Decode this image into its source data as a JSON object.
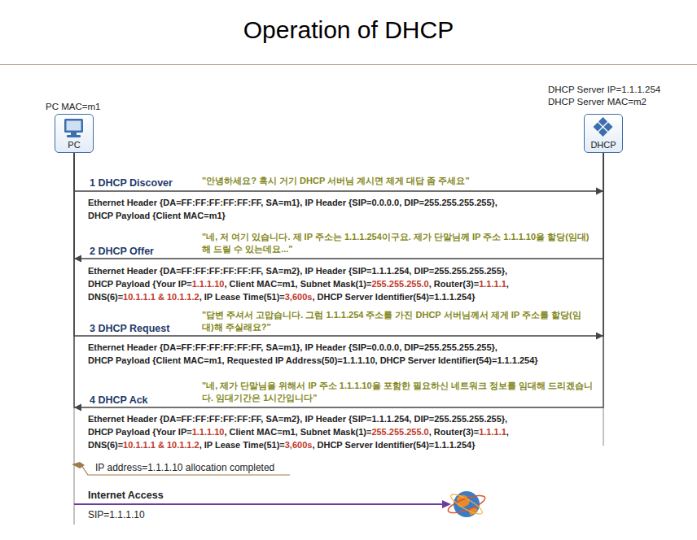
{
  "diagram": {
    "title": "Operation of DHCP",
    "nodes": [
      {
        "text": [
          "PC MAC=m1",
          "PC"
        ]
      },
      {
        "text": [
          "DHCP Server IP=1.1.1.254",
          "DHCP Server MAC=m2",
          "DHCP"
        ]
      }
    ],
    "edges": [
      {
        "from": 0,
        "to": 1,
        "arrow": "to",
        "label": "1 DHCP Discover"
      },
      {
        "from": 1,
        "to": 0,
        "arrow": "to",
        "label": "2 DHCP Offer"
      },
      {
        "from": 0,
        "to": 1,
        "arrow": "to",
        "label": "3 DHCP Request"
      },
      {
        "from": 1,
        "to": 0,
        "arrow": "to",
        "label": "4 DHCP Ack"
      }
    ],
    "labels": [
      "\"안녕하세요? 혹시 거기 DHCP 서버님 계시면 제게 대답 좀 주세요\"",
      "Ethernet Header {DA=FF:FF:FF:FF:FF:FF, SA=m1}, IP Header {SIP=0.0.0.0, DIP=255.255.255.255},",
      "DHCP Payload {Client MAC=m1}",
      "\"네, 저 여기 있습니다. 제 IP 주소는 1.1.1.254이구요. 제가 단말님께 IP 주소 1.1.1.10을 할당(임대)해 드릴 수 있는데요...\"",
      "Ethernet Header {DA=FF:FF:FF:FF:FF:FF, SA=m2}, IP Header {SIP=1.1.1.254, DIP=255.255.255.255},",
      "DHCP Payload {Your IP=",
      "1.1.1.10",
      ", Client MAC=m1, Subnet Mask(1)=",
      "255.255.255.0",
      ", Router(3)=",
      "1.1.1.1",
      ",",
      "DNS(6)=",
      "10.1.1.1 & 10.1.1.2",
      ", IP Lease Time(51)=",
      "3,600s",
      ", DHCP Server Identifier(54)=1.1.1.254}",
      "\"답변 주셔서 고맙습니다. 그럼 1.1.1.254 주소를 가진 DHCP 서버님께서 제게 IP 주소를 할당(임대)해 주실래요?\"",
      "Ethernet Header {DA=FF:FF:FF:FF:FF:FF, SA=m1}, IP Header {SIP=0.0.0.0, DIP=255.255.255.255},",
      "DHCP Payload {Client MAC=m1, Requested IP Address(50)=1.1.1.10, DHCP Server Identifier(54)=1.1.1.254}",
      "\"네, 제가 단말님을 위해서 IP 주소 1.1.1.10을 포함한 필요하신 네트워크 정보를 임대해 드리겠습니다. 임대기간은 1시간입니다\"",
      "Ethernet Header {DA=FF:FF:FF:FF:FF:FF, SA=m2}, IP Header {SIP=1.1.1.254, DIP=255.255.255.255},",
      "DHCP Payload {Your IP=",
      "1.1.1.10",
      ", Client MAC=m1, Subnet Mask(1)=",
      "255.255.255.0",
      ", Router(3)=",
      "1.1.1.1",
      ",",
      "DNS(6)=",
      "10.1.1.1 & 10.1.1.2",
      ", IP Lease Time(51)=",
      "3,600s",
      ", DHCP Server Identifier(54)=1.1.1.254}",
      "IP address=1.1.1.10 allocation completed",
      "Internet Access",
      "SIP=1.1.1.10"
    ]
  }
}
